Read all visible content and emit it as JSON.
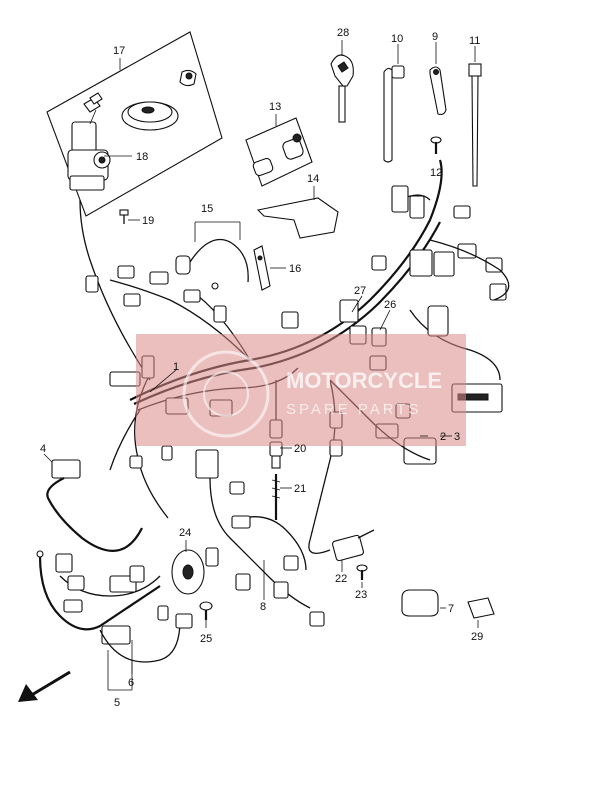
{
  "watermark": {
    "brand": "MOTORCYCLE",
    "subtitle": "SPARE PARTS",
    "color": "#d98a86"
  },
  "callouts": {
    "c1": "1",
    "c2": "2",
    "c3": "3",
    "c4": "4",
    "c5": "5",
    "c6": "6",
    "c7": "7",
    "c8": "8",
    "c9": "9",
    "c10": "10",
    "c11": "11",
    "c12": "12",
    "c13": "13",
    "c14": "14",
    "c15": "15",
    "c16": "16",
    "c17": "17",
    "c18": "18",
    "c19": "19",
    "c20": "20",
    "c21": "21",
    "c22": "22",
    "c23": "23",
    "c24": "24",
    "c25": "25",
    "c26": "26",
    "c27": "27",
    "c28": "28",
    "c29": "29"
  }
}
